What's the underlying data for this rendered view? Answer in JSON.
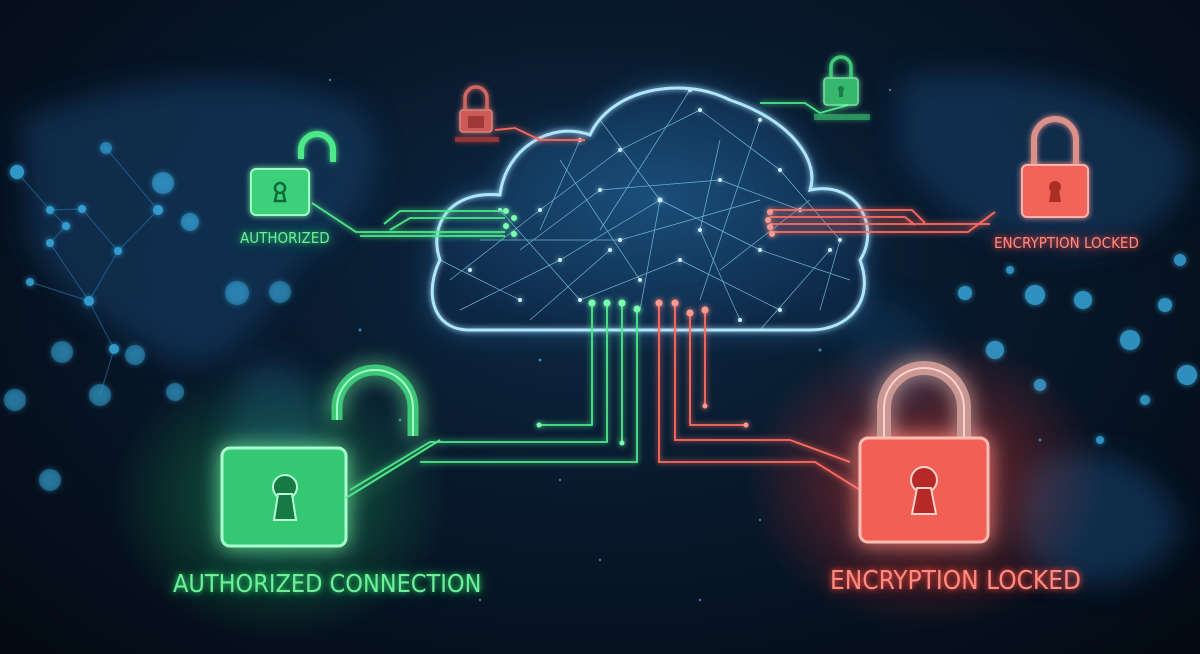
{
  "scene": {
    "title": "Cloud security network illustration",
    "colors": {
      "background": "#08182b",
      "cloud": "#7fd4ff",
      "authorized": "#4ee88a",
      "locked": "#ff6b5e"
    }
  },
  "labels": {
    "top_left_small": "",
    "top_right_small": "",
    "left_mid": "AUTHORIZED",
    "right_mid": "ENCRYPTION LOCKED",
    "bottom_left": "AUTHORIZED CONNECTION",
    "bottom_right": "ENCRYPTION LOCKED"
  },
  "locks": [
    {
      "id": "top-left-small",
      "state": "locked",
      "color": "red"
    },
    {
      "id": "top-right-small",
      "state": "locked",
      "color": "green"
    },
    {
      "id": "left-mid",
      "state": "unlocked",
      "color": "green"
    },
    {
      "id": "right-mid",
      "state": "locked",
      "color": "red"
    },
    {
      "id": "bottom-left",
      "state": "unlocked",
      "color": "green"
    },
    {
      "id": "bottom-right",
      "state": "locked",
      "color": "red"
    }
  ]
}
